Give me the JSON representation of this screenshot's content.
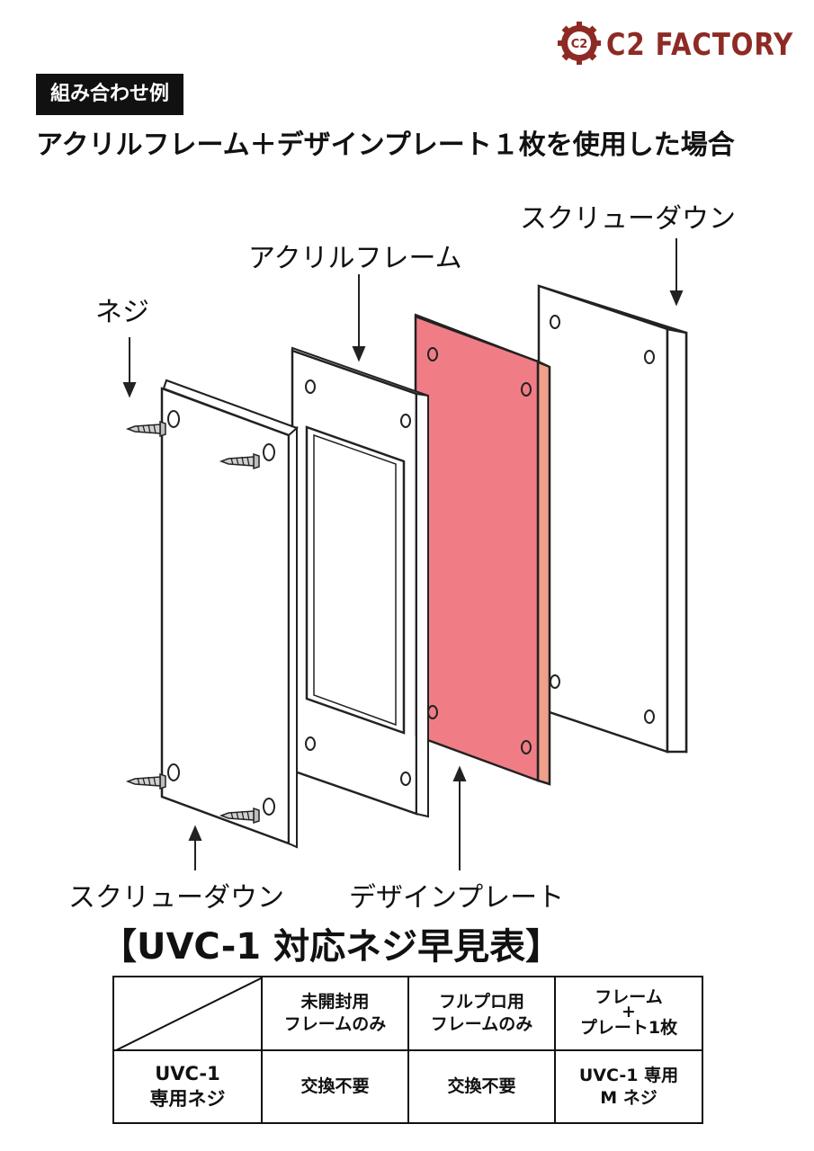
{
  "brand": {
    "logo_text": "C2 FACTORY",
    "emblem_text": "C2",
    "brand_color": "#8e2a24"
  },
  "badge": "組み合わせ例",
  "headline": "アクリルフレーム＋デザインプレート１枚を使用した場合",
  "diagram": {
    "labels": {
      "screw": "ネジ",
      "acrylic_frame": "アクリルフレーム",
      "screwdown_top": "スクリューダウン",
      "screwdown_bottom": "スクリューダウン",
      "design_plate": "デザインプレート"
    },
    "plate_color": "#f07d86",
    "plate_edge_color": "#f0a08a"
  },
  "section_title": "【UVC-1 対応ネジ早見表】",
  "table": {
    "columns": [
      {
        "line1": "未開封用",
        "line2": "フレームのみ"
      },
      {
        "line1": "フルプロ用",
        "line2": "フレームのみ"
      },
      {
        "line1": "フレーム",
        "plus": "+",
        "line2": "プレート1枚"
      }
    ],
    "row": {
      "header_line1": "UVC-1",
      "header_line2": "専用ネジ",
      "cells": [
        "交換不要",
        "交換不要"
      ],
      "last_line1": "UVC-1 専用",
      "last_line2": "M ネジ"
    }
  }
}
